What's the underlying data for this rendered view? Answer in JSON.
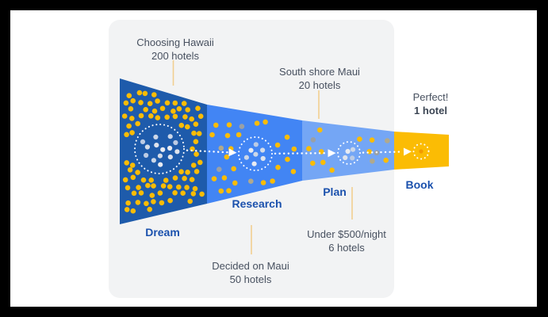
{
  "colors": {
    "frame": "#000000",
    "canvas_bg": "#ffffff",
    "card_bg": "#f2f3f4",
    "annotation_text": "#47505f",
    "stage_label_text": "#1b51ad",
    "emphasis_text": "#3c4654",
    "connector_line": "#f1cf90",
    "dot_yellow": "#fbbc04",
    "dot_gray": "#9aa0a6",
    "dot_olive": "#b0a98d",
    "arrow": "#ffffff",
    "circle_stroke": "#ffffff",
    "book_inner_dot": "#f29900",
    "circle_dot_palette": [
      "#e9ecf2",
      "#ccd7e8",
      "#dfe4ed",
      "#bccbe4",
      "#d5dce8"
    ]
  },
  "funnel": {
    "stages": [
      {
        "label": "Dream",
        "color": "#1e5bab"
      },
      {
        "label": "Research",
        "color": "#4285f4"
      },
      {
        "label": "Plan",
        "color": "#74a6f5"
      },
      {
        "label": "Book",
        "color": "#fbbc04"
      }
    ]
  },
  "annotations": {
    "dream": {
      "line1": "Choosing Hawaii",
      "line2": "200 hotels"
    },
    "plan_top": {
      "line1": "South shore Maui",
      "line2": "20 hotels"
    },
    "book": {
      "line1": "Perfect!",
      "line2": "1 hotel"
    },
    "research": {
      "line1": "Decided on Maui",
      "line2": "50 hotels"
    },
    "plan_bottom": {
      "line1": "Under $500/night",
      "line2": "6 hotels"
    }
  },
  "chart_data": {
    "type": "funnel",
    "stages": [
      "Dream",
      "Research",
      "Plan",
      "Book"
    ],
    "filters": [
      {
        "stage": "Dream",
        "note": "Choosing Hawaii",
        "hotels": 200
      },
      {
        "stage": "Research",
        "note": "Decided on Maui",
        "hotels": 50
      },
      {
        "stage": "Plan",
        "note": "South shore Maui",
        "hotels": 20
      },
      {
        "stage": "Plan",
        "note": "Under $500/night",
        "hotels": 6
      },
      {
        "stage": "Book",
        "note": "Perfect!",
        "hotels": 1
      }
    ]
  }
}
